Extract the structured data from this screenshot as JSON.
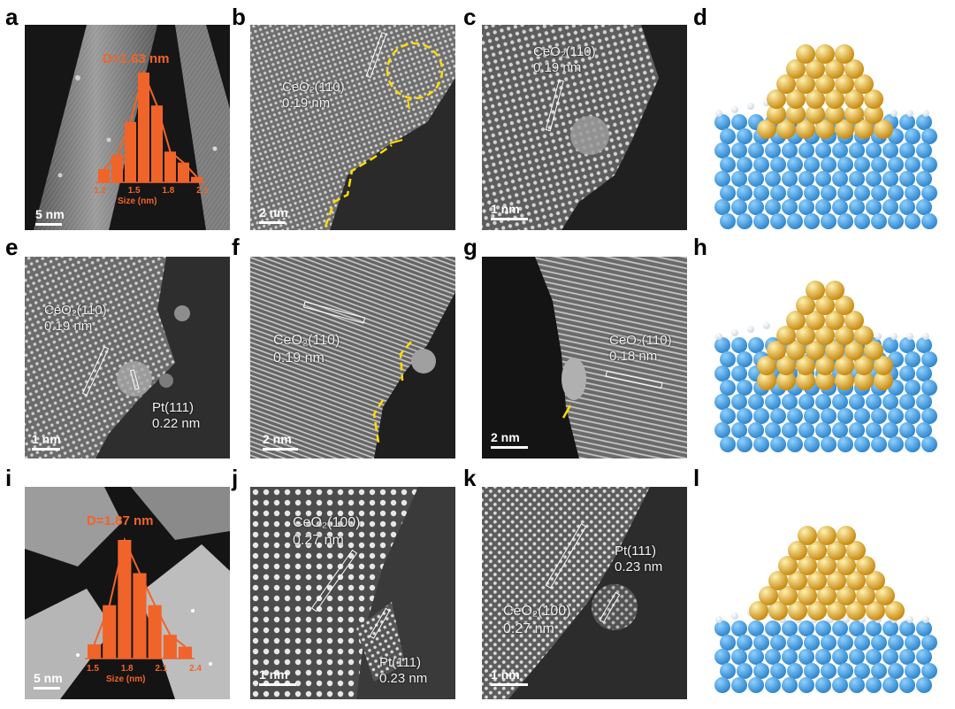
{
  "panel_labels": [
    "a",
    "b",
    "c",
    "d",
    "e",
    "f",
    "g",
    "h",
    "i",
    "j",
    "k",
    "l"
  ],
  "panel_a": {
    "scale_bar": "5 nm",
    "histogram": {
      "title": "D=1.63 nm",
      "xlabel": "Size (nm)",
      "tick_labels": [
        "1.2",
        "1.5",
        "1.8",
        "2.1"
      ],
      "color": "#f0642a"
    }
  },
  "panel_b": {
    "lattice": "CeO₂(110)",
    "spacing": "0.19 nm",
    "scale_bar": "2 nm"
  },
  "panel_c": {
    "lattice": "CeO₂(110)",
    "spacing": "0.19 nm",
    "scale_bar": "1 nm"
  },
  "panel_e": {
    "lattice": "CeO₂(110)",
    "spacing": "0.19 nm",
    "pt_lattice": "Pt(111)",
    "pt_spacing": "0.22 nm",
    "scale_bar": "1 nm"
  },
  "panel_f": {
    "lattice": "CeO₂(110)",
    "spacing": "0.19 nm",
    "scale_bar": "2 nm"
  },
  "panel_g": {
    "lattice": "CeO₂(110)",
    "spacing": "0.18 nm",
    "scale_bar": "2 nm"
  },
  "panel_i": {
    "scale_bar": "5 nm",
    "histogram": {
      "title": "D=1.87 nm",
      "xlabel": "Size (nm)",
      "tick_labels": [
        "1.5",
        "1.8",
        "2.1",
        "2.4"
      ],
      "color": "#f0642a"
    }
  },
  "panel_j": {
    "lattice": "CeO₂(100)",
    "spacing": "0.27 nm",
    "pt_lattice": "Pt(111)",
    "pt_spacing": "0.23 nm",
    "scale_bar": "1 nm"
  },
  "panel_k": {
    "lattice": "CeO₂(100)",
    "spacing": "0.27 nm",
    "pt_lattice": "Pt(111)",
    "pt_spacing": "0.23 nm",
    "scale_bar": "1 nm"
  },
  "colors": {
    "annotation_yellow": "#ffdd00",
    "support_blue": "#2f86cc",
    "pt_gold": "#f2c13a",
    "histogram": "#f0642a"
  },
  "chart_data": [
    {
      "type": "bar",
      "title": "D=1.63 nm",
      "xlabel": "Size (nm)",
      "ylabel": "",
      "x": [
        1.2,
        1.35,
        1.5,
        1.65,
        1.8,
        1.95,
        2.1,
        2.25
      ],
      "values": [
        0.12,
        0.25,
        0.55,
        1.0,
        0.7,
        0.28,
        0.18,
        0.05
      ]
    },
    {
      "type": "bar",
      "title": "D=1.87 nm",
      "xlabel": "Size (nm)",
      "ylabel": "",
      "x": [
        1.5,
        1.65,
        1.8,
        1.95,
        2.1,
        2.25,
        2.4
      ],
      "values": [
        0.12,
        0.45,
        1.0,
        0.72,
        0.45,
        0.2,
        0.1
      ]
    }
  ]
}
